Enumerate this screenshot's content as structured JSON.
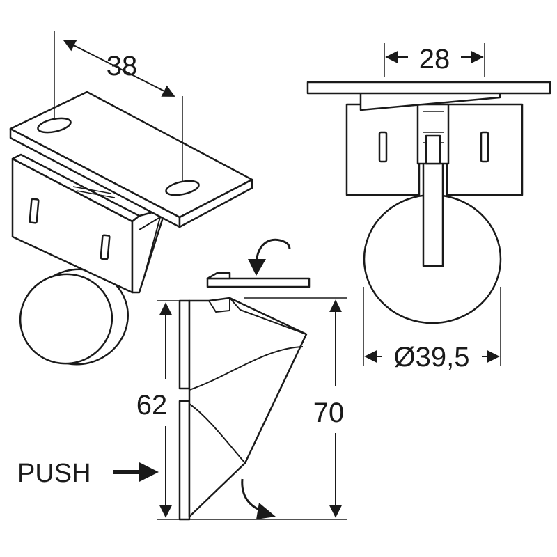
{
  "dimensions": {
    "plate_hole_spacing": "38",
    "bracket_width": "28",
    "wheel_diameter": "Ø39,5",
    "pushed_height": "62",
    "full_height": "70"
  },
  "labels": {
    "push": "PUSH"
  },
  "icons": {
    "fold_arrow_top": "curved-arrow-left-icon",
    "fold_arrow_bottom": "curved-arrow-down-right-icon",
    "push_arrow": "arrow-right-icon"
  }
}
